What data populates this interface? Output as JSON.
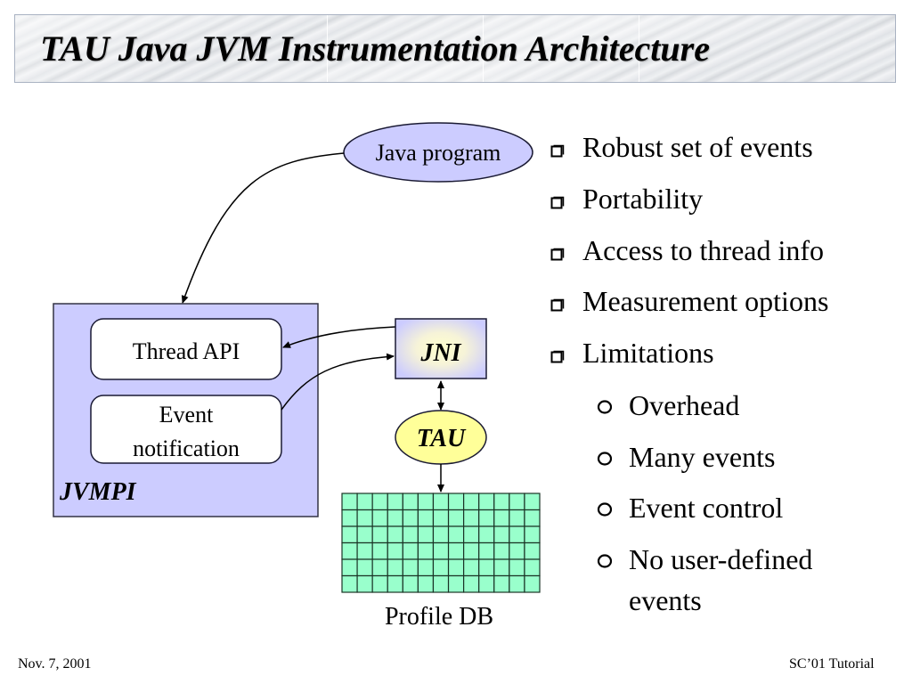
{
  "slide": {
    "title": "TAU Java JVM Instrumentation Architecture"
  },
  "diagram": {
    "java_program": "Java program",
    "jvmpi_label": "JVMPI",
    "thread_api": "Thread API",
    "event_notification_line1": "Event",
    "event_notification_line2": "notification",
    "jni_label": "JNI",
    "tau_label": "TAU",
    "profile_db_label": "Profile DB",
    "profile_db_grid": {
      "columns": 13,
      "rows": 6
    },
    "colors": {
      "jvmpi_fill": "#ccccff",
      "java_program_fill": "#ccccff",
      "jni_fill": "#ccccff",
      "jni_glow": "#ffffcc",
      "tau_fill": "#ffff99",
      "profile_db_fill": "#99ffcc",
      "stroke": "#1a1a33"
    }
  },
  "bullets": {
    "main": [
      {
        "text": "Robust set of events",
        "icon": "hollow-square-bullet-icon"
      },
      {
        "text": "Portability",
        "icon": "hollow-square-bullet-icon"
      },
      {
        "text": "Access to thread info",
        "icon": "hollow-square-bullet-icon"
      },
      {
        "text": "Measurement options",
        "icon": "hollow-square-bullet-icon"
      },
      {
        "text": "Limitations",
        "icon": "hollow-square-bullet-icon"
      }
    ],
    "sub": [
      {
        "text": "Overhead",
        "icon": "hollow-circle-bullet-icon"
      },
      {
        "text": "Many events",
        "icon": "hollow-circle-bullet-icon"
      },
      {
        "text": "Event control",
        "icon": "hollow-circle-bullet-icon"
      },
      {
        "text": "No user-defined",
        "icon": "hollow-circle-bullet-icon"
      },
      {
        "text": "events",
        "icon": null
      }
    ]
  },
  "footer": {
    "date": "Nov. 7, 2001",
    "event": "SC’01 Tutorial"
  }
}
